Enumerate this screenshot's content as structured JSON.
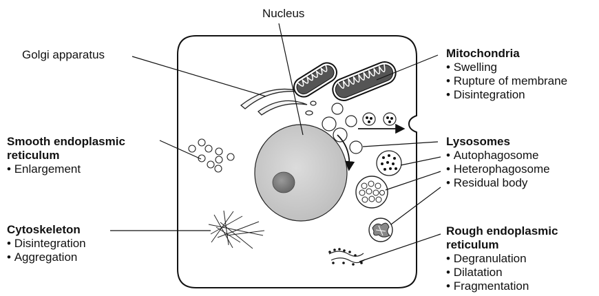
{
  "labels": {
    "nucleus": "Nucleus",
    "golgi": "Golgi apparatus",
    "mitochondria": {
      "title": "Mitochondria",
      "items": [
        "Swelling",
        "Rupture of membrane",
        "Disintegration"
      ]
    },
    "smooth_er": {
      "title_line1": "Smooth endoplasmic",
      "title_line2": "reticulum",
      "items": [
        "Enlargement"
      ]
    },
    "lysosomes": {
      "title": "Lysosomes",
      "items": [
        "Autophagosome",
        "Heterophagosome",
        "Residual body"
      ]
    },
    "cytoskeleton": {
      "title": "Cytoskeleton",
      "items": [
        "Disintegration",
        "Aggregation"
      ]
    },
    "rough_er": {
      "title_line1": "Rough endoplasmic",
      "title_line2": "reticulum",
      "items": [
        "Degranulation",
        "Dilatation",
        "Fragmentation"
      ]
    }
  }
}
